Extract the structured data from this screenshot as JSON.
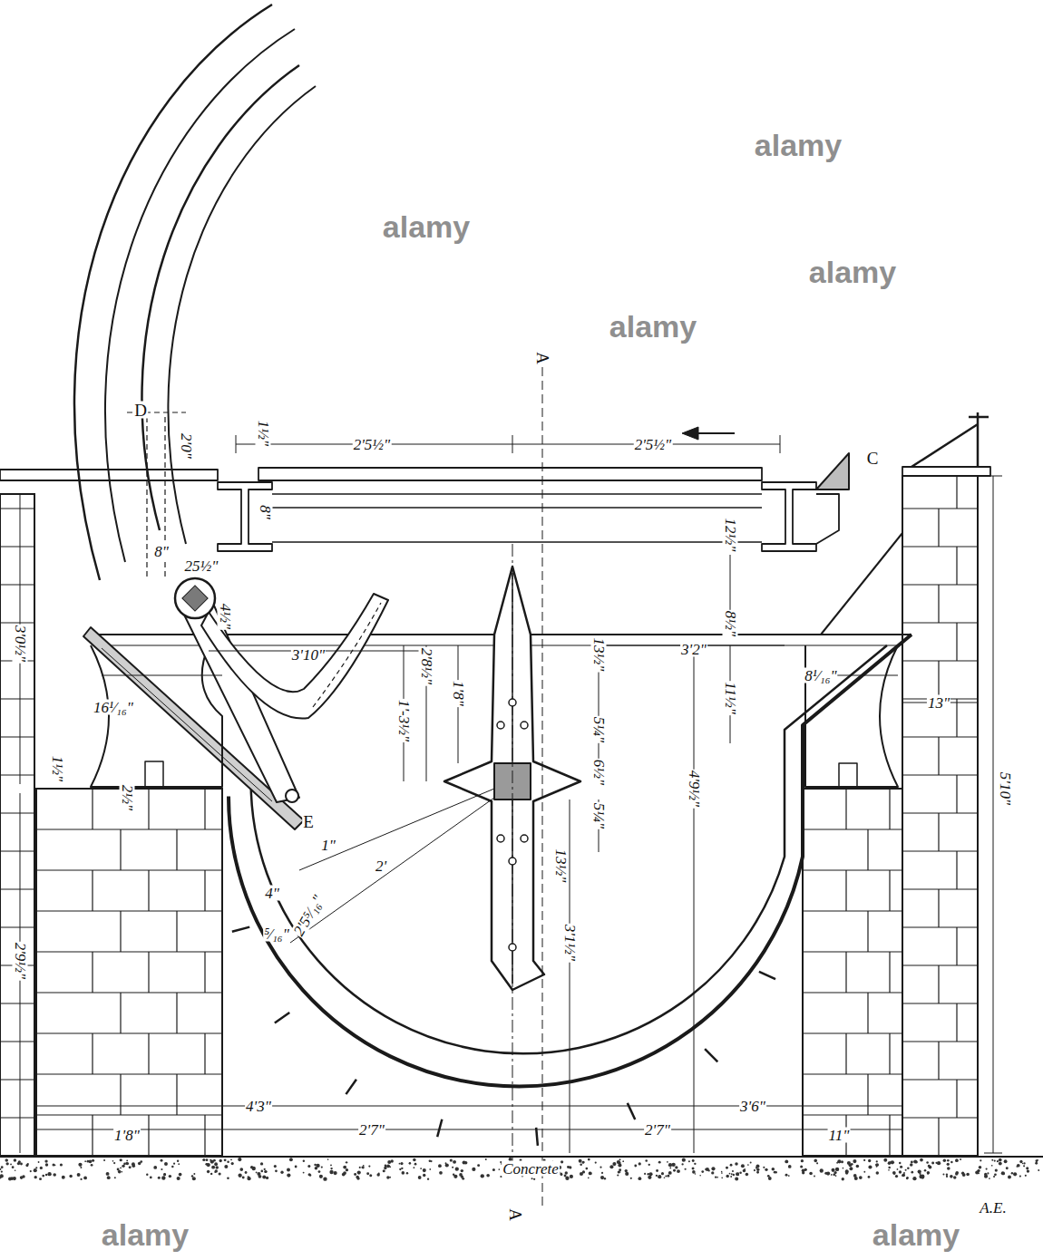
{
  "diagram": {
    "labels": [
      "D",
      "2'0\"",
      "1½\"",
      "2'5½\"",
      "2'5½\"",
      "A",
      "C",
      "8\"",
      "12½\"",
      "8\"",
      "25½\"",
      "4½\"",
      "3'10\"",
      "2'8½\"",
      "1'8\"",
      "1'-3½\"",
      "13½\"",
      "5¼\"",
      "6½\"",
      "5¼\"",
      "13½\"",
      "3'1½\"",
      "3'2\"",
      "8½\"",
      "11½\"",
      "4'9½\"",
      "8¹⁄₁₆\"",
      "16¹⁄₁₆\"",
      "13\"",
      "5'10\"",
      "3'0½\"",
      "1½\"",
      "2½\"",
      "2'9½\"",
      "E",
      "1\"",
      "2'",
      "2'5⁵⁄₁₆\"",
      "4\"",
      "⁵⁄₁₆\"",
      "4'3\"",
      "3'6\"",
      "2'7\"",
      "2'7\"",
      "1'8\"",
      "11\"",
      "Concrete",
      "A",
      "A.E.",
      "alamy",
      "alamy",
      "alamy",
      "alamy",
      "alamy",
      "alamy"
    ]
  }
}
